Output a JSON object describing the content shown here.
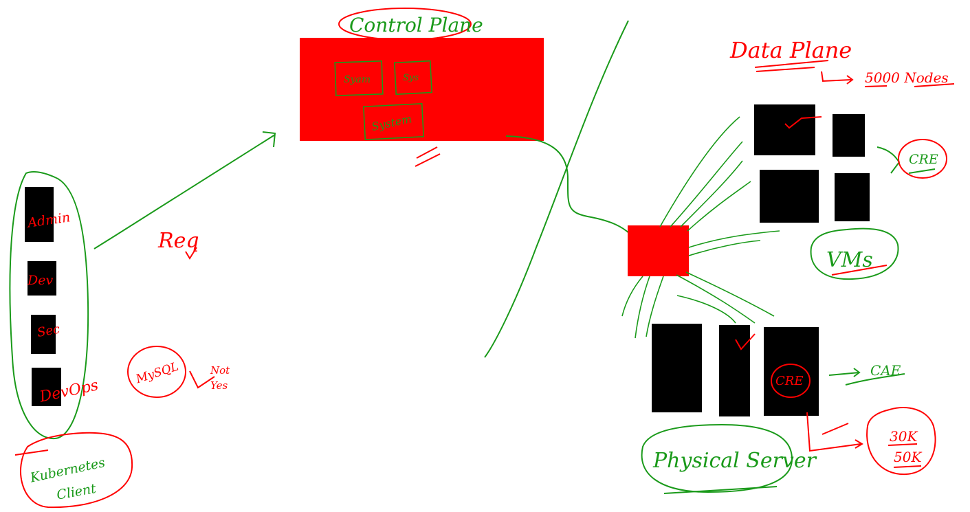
{
  "colors": {
    "red": "#ff0000",
    "green": "#1a9a1a",
    "black": "#000000"
  },
  "control_plane": {
    "title": "Control Plane",
    "inner": [
      "Syam",
      "Sys",
      "System"
    ]
  },
  "data_plane": {
    "title": "Data Plane",
    "nodes_note": "5000 Nodes"
  },
  "client_group": {
    "users": [
      "Admin",
      "Dev",
      "Sec",
      "DevOps"
    ],
    "label_line1": "Kubernetes",
    "label_line2": "Client"
  },
  "req_label": "Req",
  "mysql": {
    "label": "MySQL",
    "note_line1": "Not",
    "note_line2": "Yes"
  },
  "vms_label": "VMs",
  "physical_label": "Physical Server",
  "cre_label_top": "CRE",
  "cre_label_inner": "CRE",
  "cae_label": "CAE",
  "scale": {
    "line1": "30K",
    "line2": "50K"
  }
}
